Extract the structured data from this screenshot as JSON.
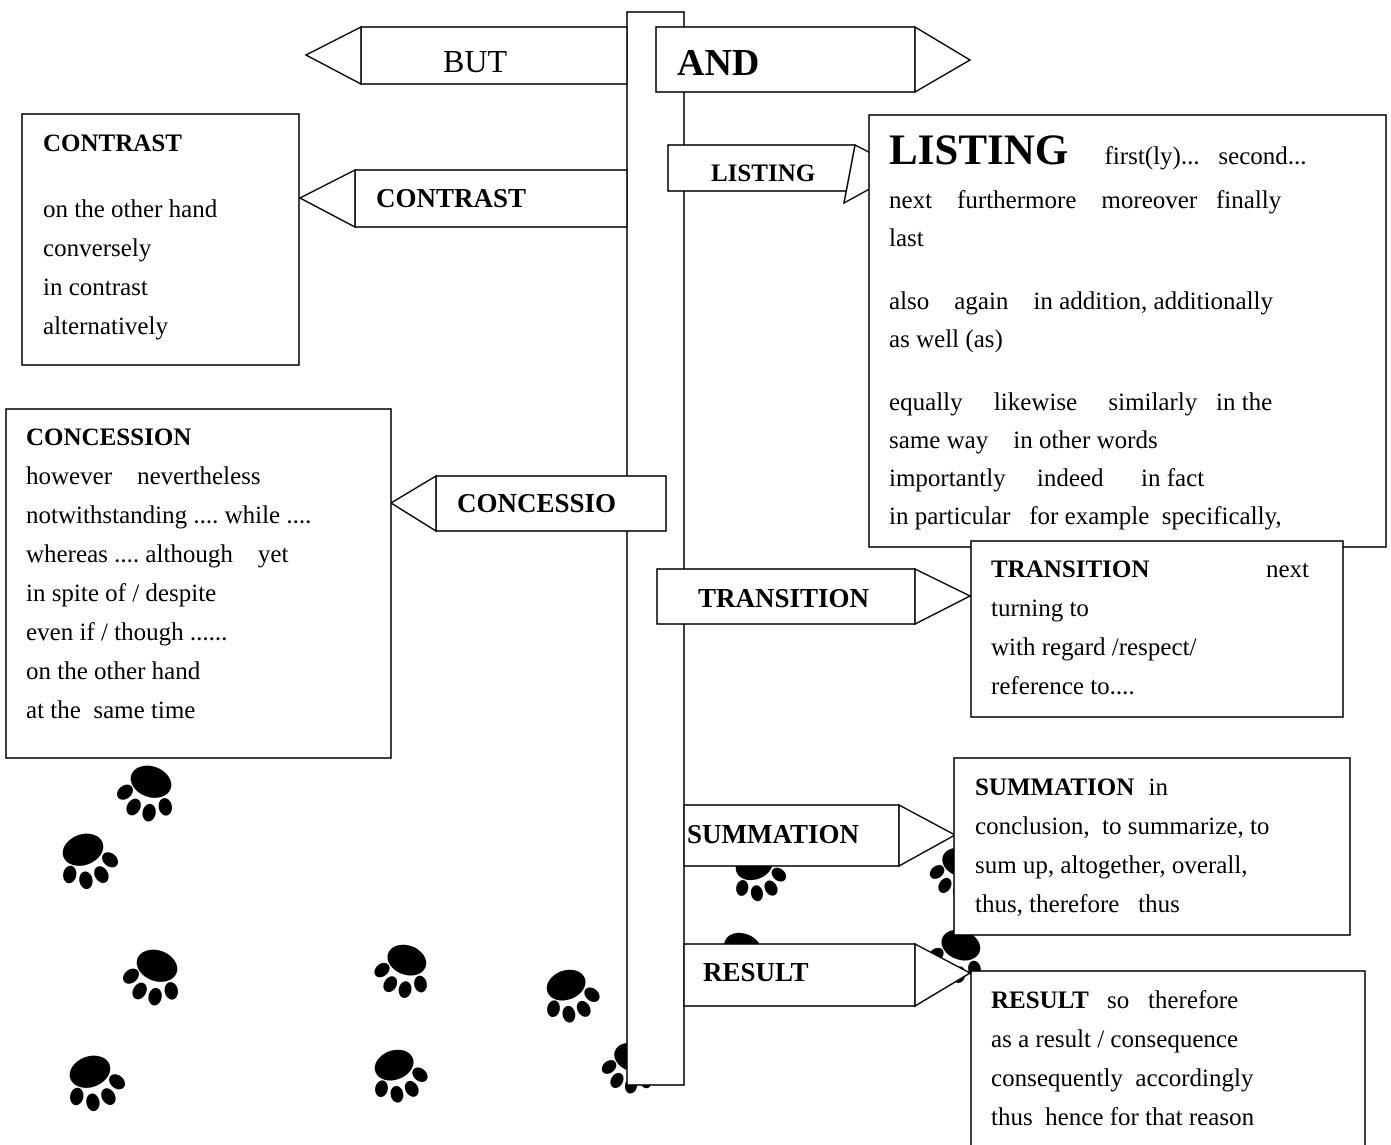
{
  "signs": {
    "but": "BUT",
    "and": "AND",
    "contrast": "CONTRAST",
    "concession": "CONCESSIO",
    "listing": "LISTING",
    "transition": "TRANSITION",
    "summation": "SUMMATION",
    "result": "RESULT"
  },
  "contrast_box": {
    "heading": "CONTRAST",
    "lines": [
      "on the other hand",
      "conversely",
      "in contrast",
      "alternatively"
    ]
  },
  "concession_box": {
    "heading": "CONCESSION",
    "lines": [
      "however    nevertheless",
      "notwithstanding .... while ....",
      "whereas .... although    yet",
      "in spite of / despite",
      "even if / though ......",
      "on the other hand",
      "at the  same time"
    ]
  },
  "listing_box": {
    "heading": "LISTING",
    "first_line_rest": "first(ly)...   second...",
    "lines_a": [
      "next    furthermore    moreover   finally",
      "last"
    ],
    "lines_b": [
      "also    again    in addition, additionally",
      "as well (as)"
    ],
    "lines_c": [
      "equally     likewise     similarly   in the",
      "same way    in other words",
      "importantly     indeed      in fact",
      "in particular   for example  specifically,"
    ]
  },
  "transition_box": {
    "heading": "TRANSITION",
    "heading_rest": "next",
    "lines": [
      "turning to",
      "with regard /respect/",
      "reference to...."
    ]
  },
  "summation_box": {
    "heading": "SUMMATION",
    "heading_rest": "in",
    "lines": [
      "conclusion,  to summarize, to",
      "sum up, altogether, overall,",
      "thus, therefore   thus"
    ]
  },
  "result_box": {
    "heading": "RESULT",
    "heading_rest": "so   therefore",
    "lines": [
      "as a result / consequence",
      "consequently  accordingly",
      "thus  hence for that reason"
    ]
  },
  "icons": [
    "paw-print-icon"
  ]
}
